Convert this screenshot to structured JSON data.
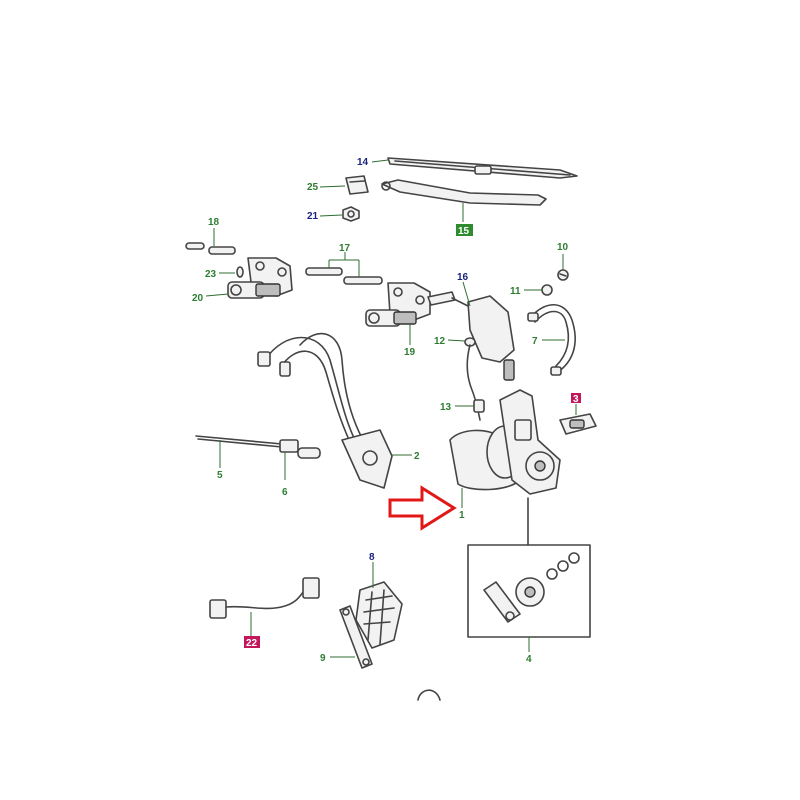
{
  "diagram": {
    "callouts": {
      "c1": "1",
      "c2": "2",
      "c3": "3",
      "c4": "4",
      "c5": "5",
      "c6": "6",
      "c7": "7",
      "c8": "8",
      "c9": "9",
      "c10": "10",
      "c11": "11",
      "c12": "12",
      "c13": "13",
      "c14": "14",
      "c15": "15",
      "c16": "16",
      "c17": "17",
      "c18": "18",
      "c19": "19",
      "c20": "20",
      "c21": "21",
      "c22": "22",
      "c23": "23",
      "c25": "25"
    },
    "colors": {
      "label_green": "#2e7d32",
      "label_blue": "#1a237e",
      "highlight_green": "#2e8b2e",
      "highlight_magenta": "#c2185b",
      "arrow_red": "#e01818"
    }
  }
}
